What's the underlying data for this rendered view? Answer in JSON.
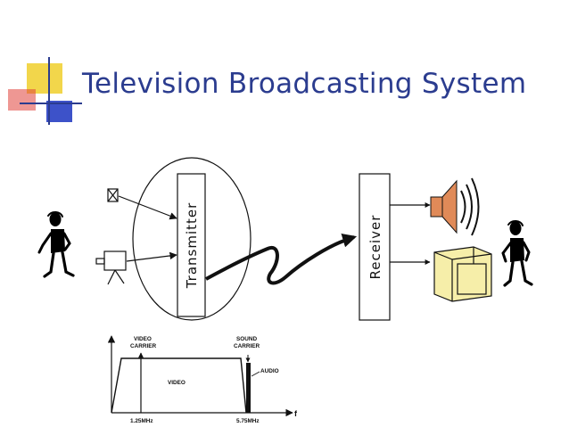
{
  "slide": {
    "title": "Television Broadcasting System"
  },
  "diagram": {
    "transmitter_label": "Transmitter",
    "receiver_label": "Receiver"
  },
  "spectrum": {
    "video_carrier_line1": "VIDEO",
    "video_carrier_line2": "CARRIER",
    "sound_carrier_line1": "SOUND",
    "sound_carrier_line2": "CARRIER",
    "audio_label": "AUDIO",
    "video_label": "VIDEO",
    "tick_video": "1.25MHz",
    "tick_sound": "5.75MHz",
    "f_label": "f"
  },
  "colors": {
    "title": "#2b3c8f",
    "accent_yellow": "#f2d64b",
    "accent_blue": "#3d52c9",
    "accent_red": "#e0423a",
    "speaker": "#e08a58",
    "monitor": "#f6eea9"
  },
  "icons": [
    "slide-corner-decoration-icon",
    "person-icon",
    "microphone-icon",
    "camera-icon",
    "speaker-icon",
    "monitor-icon"
  ]
}
